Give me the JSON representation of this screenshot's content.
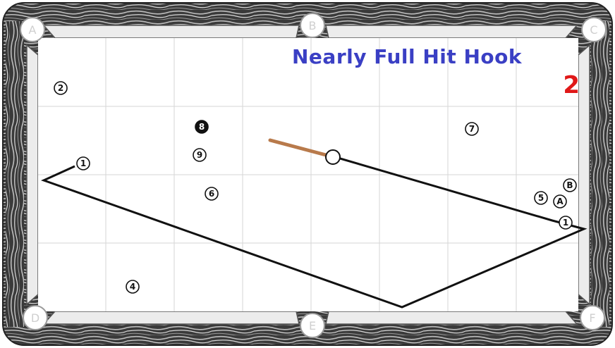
{
  "diagram": {
    "title": "Nearly Full Hit Hook",
    "number": "2",
    "pockets": [
      "A",
      "B",
      "C",
      "D",
      "E",
      "F"
    ],
    "balls": [
      {
        "label": "2",
        "style": "outline"
      },
      {
        "label": "8",
        "style": "solid-black"
      },
      {
        "label": "9",
        "style": "outline"
      },
      {
        "label": "1",
        "style": "outline"
      },
      {
        "label": "6",
        "style": "outline"
      },
      {
        "label": "7",
        "style": "outline"
      },
      {
        "label": "B",
        "style": "outline"
      },
      {
        "label": "5",
        "style": "outline"
      },
      {
        "label": "A",
        "style": "outline"
      },
      {
        "label": "1",
        "style": "outline"
      },
      {
        "label": "4",
        "style": "outline"
      }
    ],
    "colors": {
      "title": "#3a3fc4",
      "number": "#e01818",
      "cue_stick": "#b87a4b",
      "path": "#111111",
      "cloth": "#ffffff",
      "grid": "#d6d6d6",
      "rail": "#e9e9e9",
      "rail_wood": "#2b2b2b"
    }
  }
}
